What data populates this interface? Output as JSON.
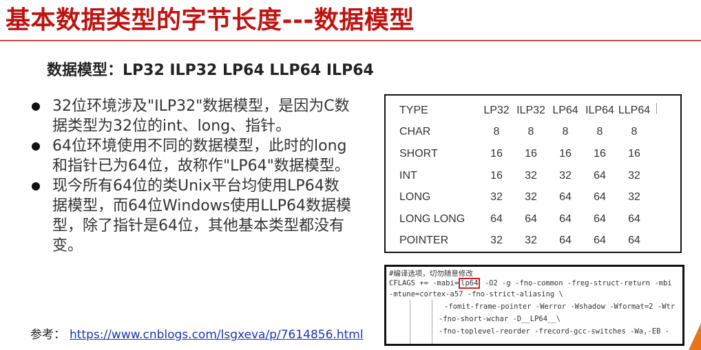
{
  "title": "基本数据类型的字节长度---数据模型",
  "subtitle": "数据模型：LP32 ILP32 LP64 LLP64 ILP64",
  "bullets": [
    "32位环境涉及\"ILP32\"数据模型，是因为C数据类型为32位的int、long、指针。",
    "64位环境使用不同的数据模型，此时的long和指针已为64位，故称作\"LP64\"数据模型。",
    "现今所有64位的类Unix平台均使用LP64数据模型，而64位Windows使用LLP64数据模型，除了指针是64位，其他基本类型都没有变。"
  ],
  "reference": {
    "label": "参考：",
    "url": "https://www.cnblogs.com/lsgxeva/p/7614856.html"
  },
  "table": {
    "headers": [
      "TYPE",
      "LP32",
      "ILP32",
      "LP64",
      "ILP64",
      "LLP64"
    ],
    "rows": [
      [
        "CHAR",
        "8",
        "8",
        "8",
        "8",
        "8"
      ],
      [
        "SHORT",
        "16",
        "16",
        "16",
        "16",
        "16"
      ],
      [
        "INT",
        "16",
        "32",
        "32",
        "64",
        "32"
      ],
      [
        "LONG",
        "32",
        "32",
        "64",
        "64",
        "32"
      ],
      [
        "LONG LONG",
        "64",
        "64",
        "64",
        "64",
        "64"
      ],
      [
        "POINTER",
        "32",
        "32",
        "64",
        "64",
        "64"
      ]
    ]
  },
  "code": {
    "comment": "#编译选项，切勿随意修改",
    "line1_pre": "CFLAGS += -mabi=",
    "line1_hl": "lp64",
    "line1_post": " -O2 -g -fno-common -freg-struct-return -mbi",
    "line2": "-mtune=cortex-a57 -fno-strict-aliasing \\",
    "line3": "-fomit-frame-pointer -Werror -Wshadow -Wformat=2 -Wtr",
    "line4": "-fno-short-wchar  -D__LP64__\\",
    "line5": "-fno-toplevel-reorder -frecord-gcc-switches -Wa,-EB -"
  },
  "colors": {
    "title": "#c0130f",
    "link": "#1a35b8",
    "highlight_border": "#d42020",
    "accent": "#e8741a"
  }
}
